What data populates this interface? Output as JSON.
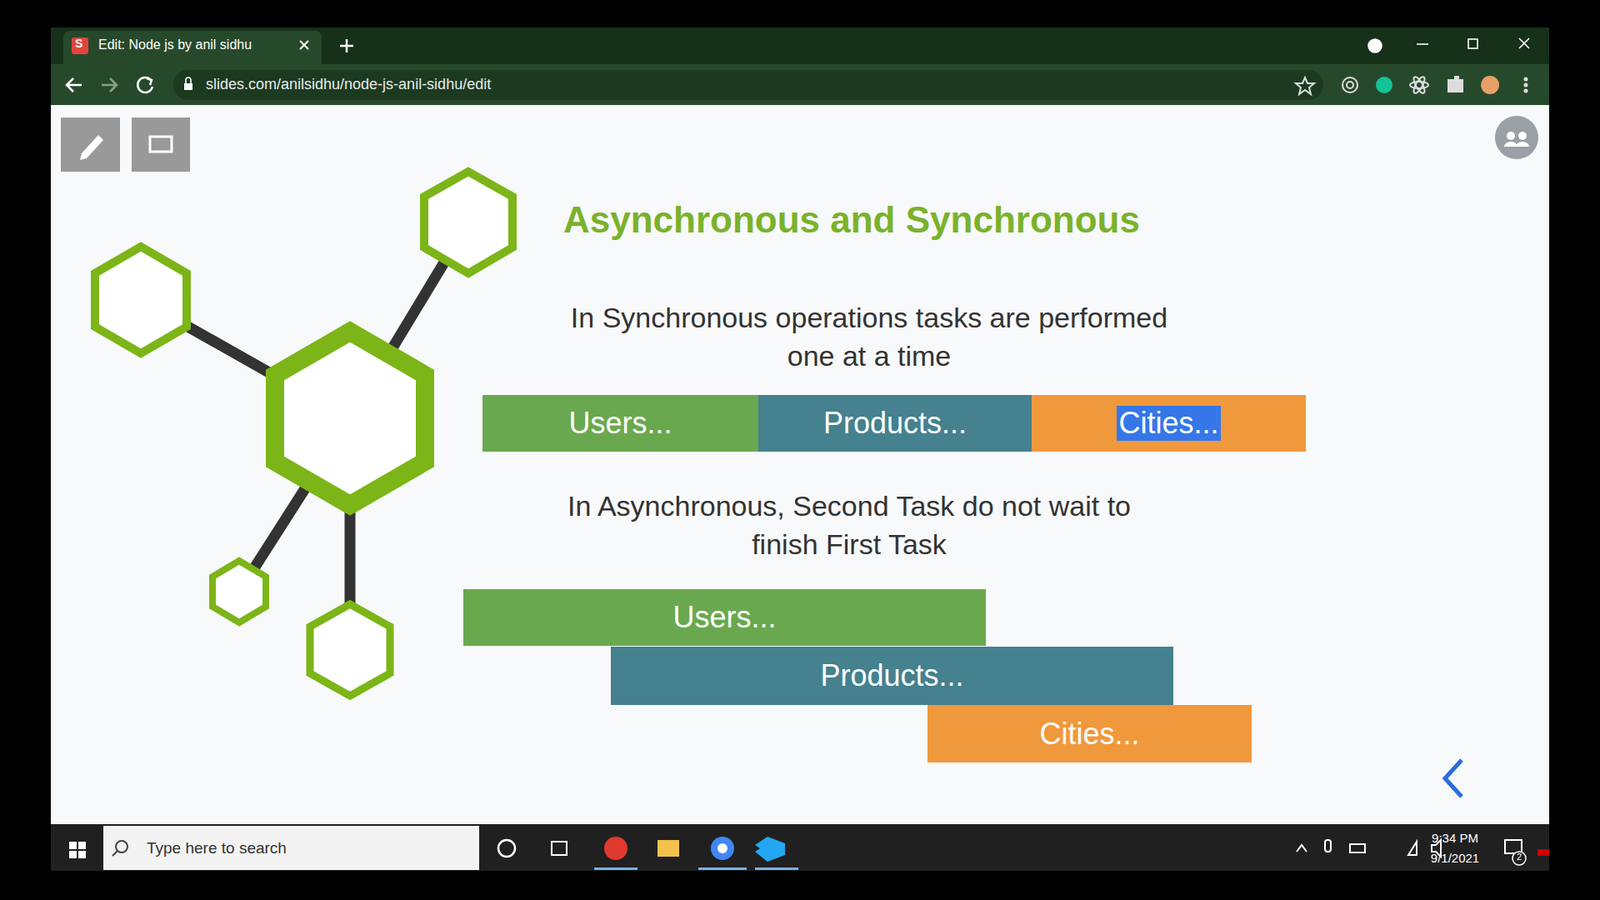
{
  "diagram": {
    "title": "Asynchronous and Synchronous",
    "nodes": [
      {
        "text": [
          "Users..."
        ]
      },
      {
        "text": [
          "Products..."
        ]
      },
      {
        "text": [
          "Cities..."
        ]
      },
      {
        "text": [
          "Users..."
        ]
      },
      {
        "text": [
          "Products..."
        ]
      },
      {
        "text": [
          "Cities..."
        ]
      }
    ],
    "labels": [
      "S",
      "Edit: Node js by anil sidhu",
      "slides.com/anilsidhu/node-js-anil-sidhu/edit",
      "In Synchronous operations tasks are performed one at a time",
      "In Asynchronous, Second Task do not wait to finish First Task",
      "Type here to search",
      "9:34 PM",
      "9/1/2021",
      "2"
    ]
  }
}
